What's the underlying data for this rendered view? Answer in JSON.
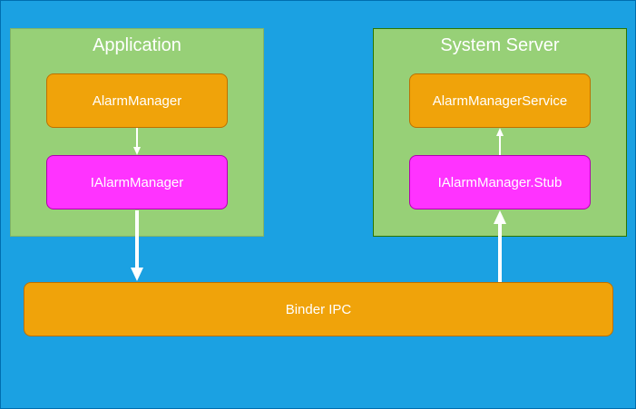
{
  "application": {
    "title": "Application",
    "alarm_manager": "AlarmManager",
    "ialarm_manager": "IAlarmManager"
  },
  "system_server": {
    "title": "System Server",
    "alarm_manager_service": "AlarmManagerService",
    "ialarm_manager_stub": "IAlarmManager.Stub"
  },
  "binder": {
    "label": "Binder IPC"
  },
  "colors": {
    "background": "#1ba1e2",
    "container": "#97d077",
    "orange_node": "#f0a30a",
    "magenta_node": "#ff33ff",
    "text": "#ffffff"
  }
}
